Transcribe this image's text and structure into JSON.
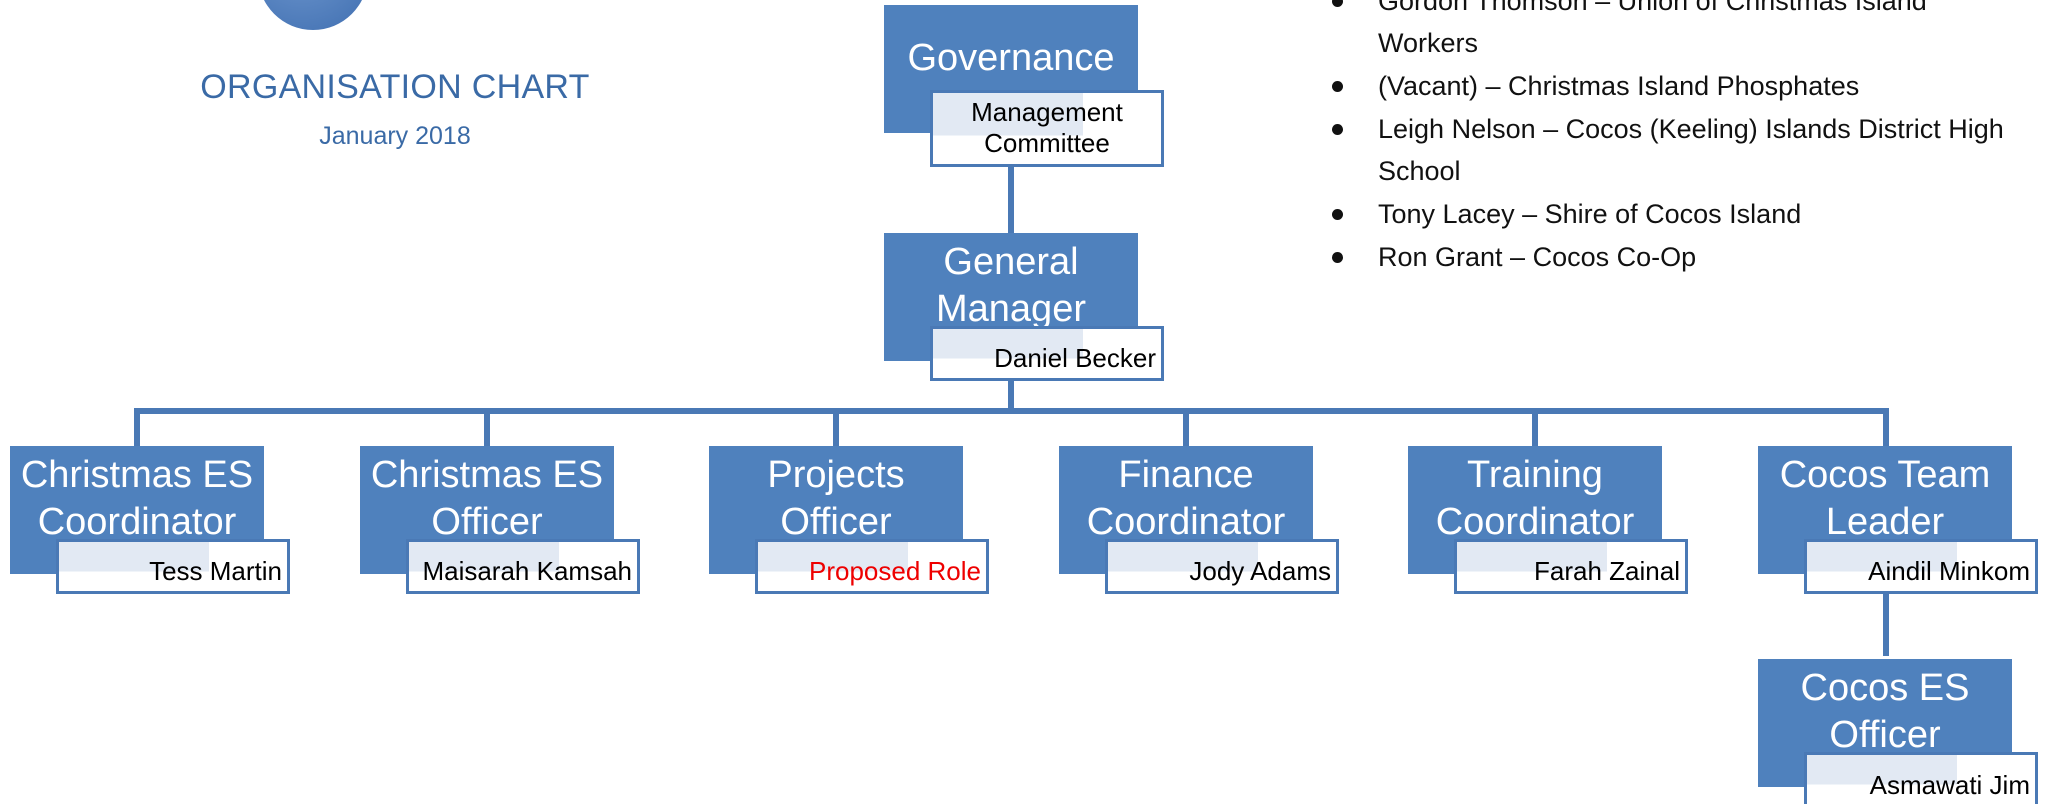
{
  "header": {
    "title": "ORGANISATION CHART",
    "date": "January 2018"
  },
  "committee_members": [
    "Gordon Thomson – Union of Christmas Island Workers",
    "(Vacant) – Christmas Island Phosphates",
    "Leigh Nelson – Cocos (Keeling) Islands District High School",
    "Tony Lacey – Shire of Cocos Island",
    "Ron Grant – Cocos Co-Op"
  ],
  "org": {
    "governance": {
      "role": "Governance",
      "name": "Management Committee"
    },
    "general_manager": {
      "role": "General Manager",
      "name": "Daniel Becker"
    },
    "christmas_es_coordinator": {
      "role": "Christmas ES Coordinator",
      "name": "Tess Martin"
    },
    "christmas_es_officer": {
      "role": "Christmas ES Officer",
      "name": "Maisarah Kamsah"
    },
    "projects_officer": {
      "role": "Projects Officer",
      "name": "Proposed Role"
    },
    "finance_coordinator": {
      "role": "Finance Coordinator",
      "name": "Jody Adams"
    },
    "training_coordinator": {
      "role": "Training Coordinator",
      "name": "Farah Zainal"
    },
    "cocos_team_leader": {
      "role": "Cocos Team Leader",
      "name": "Aindil Minkom"
    },
    "cocos_es_officer": {
      "role": "Cocos ES Officer",
      "name": "Asmawati Jim"
    }
  },
  "colors": {
    "box_fill": "#4f81bd",
    "line": "#4a79b5",
    "title_text": "#3a6aa6",
    "proposed_text": "#ee0000"
  }
}
